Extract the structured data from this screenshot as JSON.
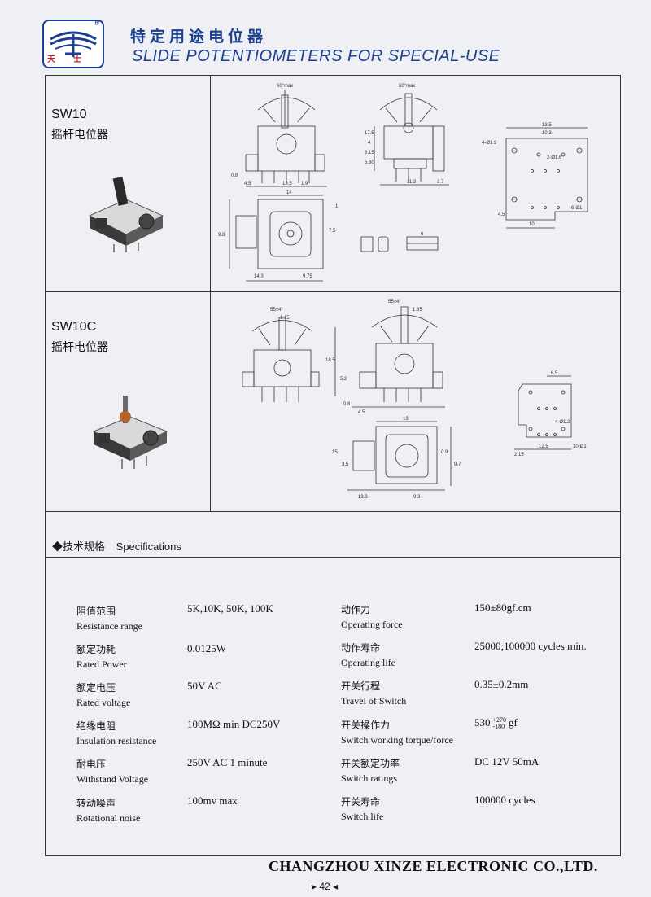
{
  "header": {
    "logo_text": "天士",
    "logo_mark": "®",
    "title_cn": "特定用途电位器",
    "title_en": "SLIDE POTENTIOMETERS FOR SPECIAL-USE"
  },
  "products": [
    {
      "model": "SW10",
      "name_cn": "摇杆电位器",
      "dims": {
        "angle": "60°max",
        "d1": "17.5",
        "d2": "4",
        "d3": "6.15",
        "d4": "5.80",
        "d5": "0.8",
        "d6": "4.5",
        "d7": "13.5",
        "d8": "1.9",
        "d9": "11.3",
        "d10": "3.7",
        "d11": "14",
        "d12": "9.8",
        "d13": "1",
        "d14": "14.3",
        "d15": "9.75",
        "d16": "7.5",
        "d17": "6",
        "pcb_top1": "13.5",
        "pcb_top2": "10.3",
        "pcb_a": "4-Ø1.9",
        "pcb_b": "2-Ø1.6",
        "pcb_c": "6-Ø1",
        "pcb_d": "4.5",
        "pcb_e": "10"
      }
    },
    {
      "model": "SW10C",
      "name_cn": "摇杆电位器",
      "dims": {
        "angle": "55±4°",
        "d1": "1.15",
        "d2": "18.5",
        "d3": "5.2",
        "d4": "0.8",
        "d5": "4.5",
        "d6": "13",
        "d7": "1.85",
        "d8": "3.5",
        "d9": "15",
        "d10": "13.3",
        "d11": "9.3",
        "d12": "9.7",
        "d13": "0.9",
        "pcb_a": "6.5",
        "pcb_b": "4-Ø1.2",
        "pcb_c": "12.5",
        "pcb_d": "10-Ø1",
        "pcb_e": "2.15"
      }
    }
  ],
  "specs": {
    "heading_cn": "◆技术规格",
    "heading_en": "Specifications",
    "left": [
      {
        "cn": "阻值范围",
        "en": "Resistance range",
        "value": "5K,10K, 50K, 100K"
      },
      {
        "cn": "额定功耗",
        "en": "Rated Power",
        "value": "0.0125W"
      },
      {
        "cn": "额定电压",
        "en": "Rated voltage",
        "value": "50V AC"
      },
      {
        "cn": "绝缘电阻",
        "en": "Insulation resistance",
        "value": "100MΩ min DC250V"
      },
      {
        "cn": "耐电压",
        "en": "Withstand Voltage",
        "value": "250V AC 1 minute"
      },
      {
        "cn": "转动噪声",
        "en": "Rotational noise",
        "value": "100mv max"
      }
    ],
    "right": [
      {
        "cn": "动作力",
        "en": "Operating force",
        "value": "150±80gf.cm"
      },
      {
        "cn": "动作寿命",
        "en": "Operating life",
        "value": "25000;100000  cycles min."
      },
      {
        "cn": "开关行程",
        "en": "Travel of Switch",
        "value": "0.35±0.2mm"
      },
      {
        "cn": "开关操作力",
        "en": "Switch working torque/force",
        "value": "530",
        "value_sup": "+270",
        "value_sub": "-180",
        "value_unit": "gf"
      },
      {
        "cn": "开关额定功率",
        "en": "Switch ratings",
        "value": "DC 12V 50mA"
      },
      {
        "cn": "开关寿命",
        "en": "Switch life",
        "value": "100000 cycles"
      }
    ]
  },
  "footer": {
    "company": "CHANGZHOU XINZE ELECTRONIC CO.,LTD.",
    "page_number": "42"
  }
}
